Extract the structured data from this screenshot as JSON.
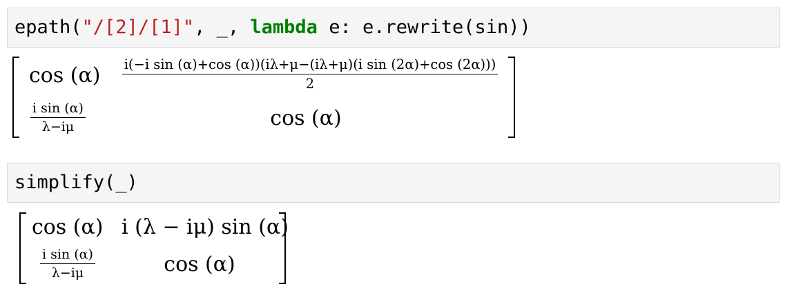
{
  "cells": [
    {
      "input": {
        "tokens": [
          {
            "text": "epath(",
            "type": "plain"
          },
          {
            "text": "\"/[2]/[1]\"",
            "type": "string"
          },
          {
            "text": ", _, ",
            "type": "plain"
          },
          {
            "text": "lambda",
            "type": "keyword"
          },
          {
            "text": " e: e.rewrite(sin))",
            "type": "plain"
          }
        ]
      },
      "output": {
        "m11": "cos (α)",
        "m12_num": "i(−i sin (α)+cos (α))(iλ+μ−(iλ+μ)(i sin (2α)+cos (2α)))",
        "m12_den": "2",
        "m21_num": "i sin (α)",
        "m21_den": "λ−iμ",
        "m22": "cos (α)"
      }
    },
    {
      "input": {
        "tokens": [
          {
            "text": "simplify(_)",
            "type": "plain"
          }
        ]
      },
      "output": {
        "m11": "cos (α)",
        "m12": "i (λ − iμ) sin (α)",
        "m21_num": "i sin (α)",
        "m21_den": "λ−iμ",
        "m22": "cos (α)"
      }
    }
  ],
  "colors": {
    "string": "#ba2121",
    "keyword": "#008000",
    "input_bg": "#f5f5f5",
    "input_border": "#d6d6d6"
  }
}
